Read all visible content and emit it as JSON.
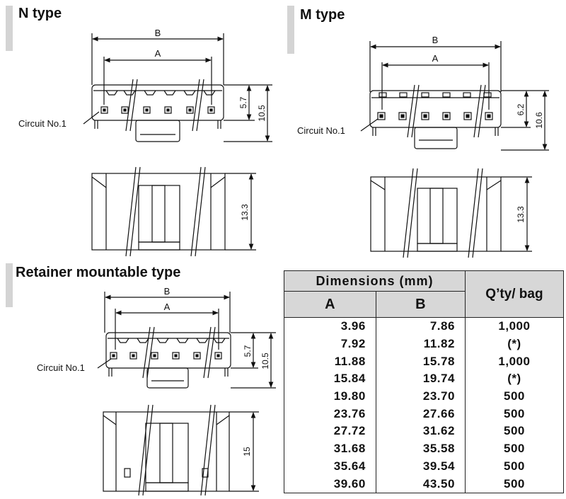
{
  "sections": {
    "n_type": {
      "title": "N type"
    },
    "m_type": {
      "title": "M type"
    },
    "retainer": {
      "title": "Retainer mountable type"
    }
  },
  "labels": {
    "dim_a": "A",
    "dim_b": "B",
    "circuit": "Circuit No.1"
  },
  "n_type_dims": {
    "height_small": "5.7",
    "height_total": "10.5",
    "depth": "13.3"
  },
  "m_type_dims": {
    "height_small": "6.2",
    "height_total": "10.6",
    "depth": "13.3"
  },
  "retainer_dims": {
    "height_small": "5.7",
    "height_total": "10.5",
    "depth": "15"
  },
  "table": {
    "title": "Dimensions (mm)",
    "col_a": "A",
    "col_b": "B",
    "col_qty": "Q’ty/ bag",
    "rows": [
      {
        "a": "3.96",
        "b": "7.86",
        "qty": "1,000"
      },
      {
        "a": "7.92",
        "b": "11.82",
        "qty": "(*)"
      },
      {
        "a": "11.88",
        "b": "15.78",
        "qty": "1,000"
      },
      {
        "a": "15.84",
        "b": "19.74",
        "qty": "(*)"
      },
      {
        "a": "19.80",
        "b": "23.70",
        "qty": "500"
      },
      {
        "a": "23.76",
        "b": "27.66",
        "qty": "500"
      },
      {
        "a": "27.72",
        "b": "31.62",
        "qty": "500"
      },
      {
        "a": "31.68",
        "b": "35.58",
        "qty": "500"
      },
      {
        "a": "35.64",
        "b": "39.54",
        "qty": "500"
      },
      {
        "a": "39.60",
        "b": "43.50",
        "qty": "500"
      }
    ]
  }
}
